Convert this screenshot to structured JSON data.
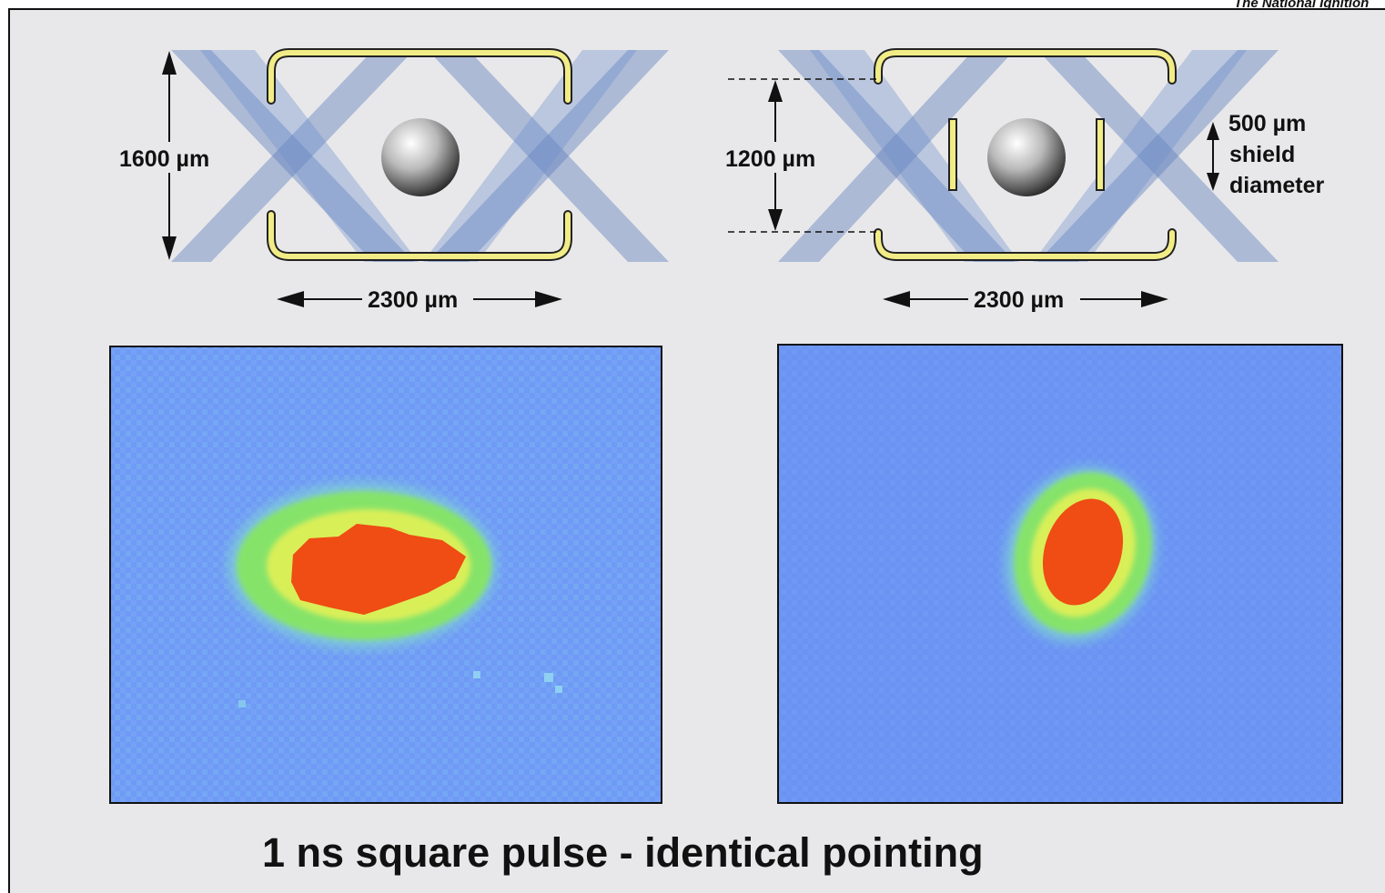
{
  "header_text": "The National Ignition",
  "diagram_left": {
    "height_label": "1600 µm",
    "width_label": "2300 µm"
  },
  "diagram_right": {
    "height_label": "1200 µm",
    "width_label": "2300 µm",
    "shield_label_1": "500 µm",
    "shield_label_2": "shield",
    "shield_label_3": "diameter"
  },
  "caption": "1 ns square pulse - identical pointing",
  "image_colors": {
    "background": "#6f9af5",
    "halo_outer": "#7fcfd6",
    "halo_green": "#86e36a",
    "halo_yellow": "#d9ef58",
    "core": "#ef4d14",
    "hohlraum_gold": "#f1ec86",
    "beam_blue": "#2f57a8"
  }
}
